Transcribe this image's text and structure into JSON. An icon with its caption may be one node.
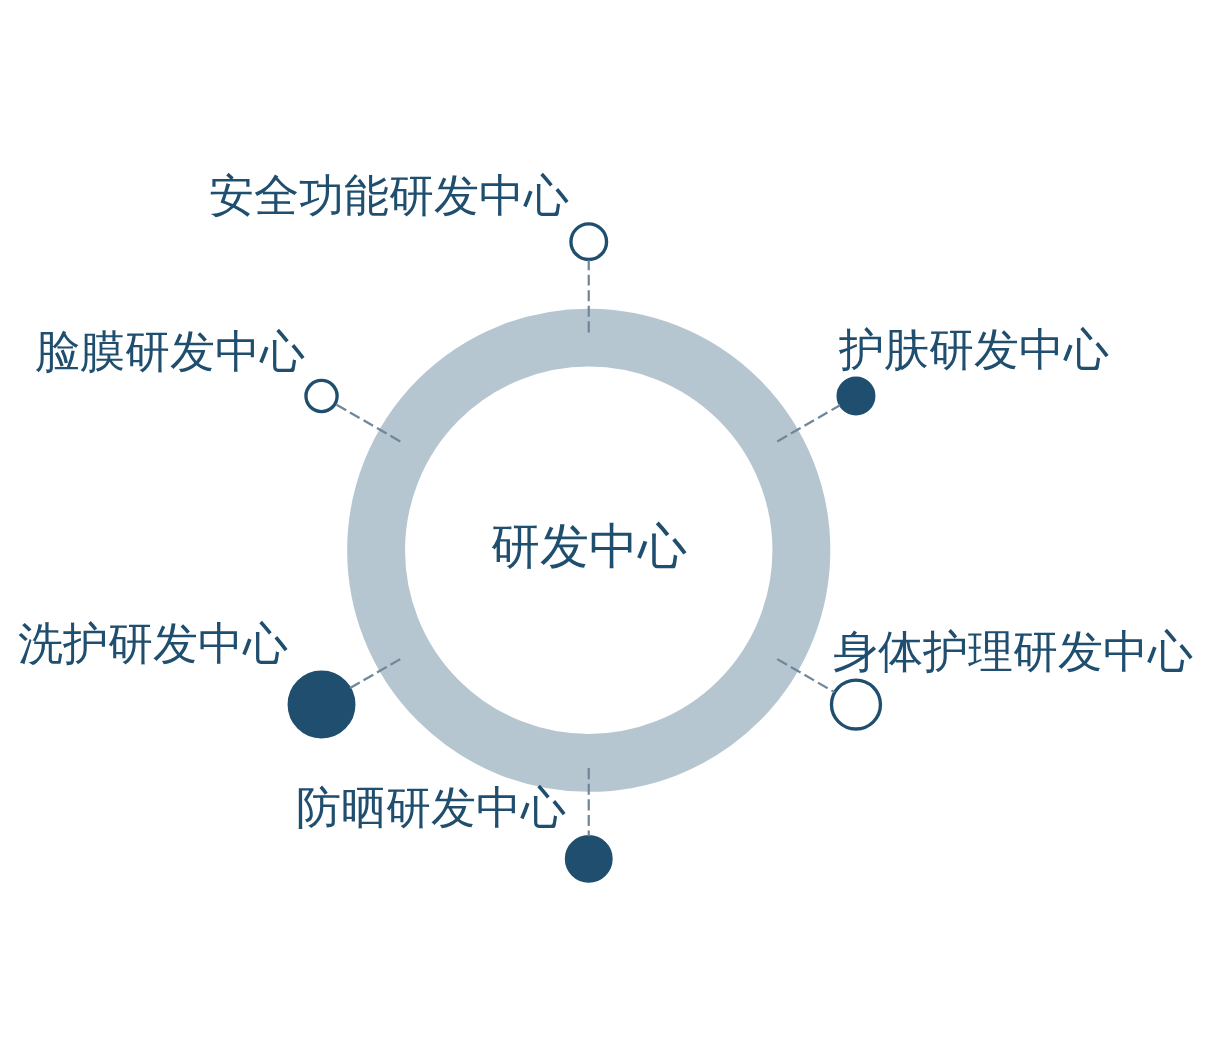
{
  "diagram": {
    "nodes": [
      {
        "text": [
          "研发中心"
        ]
      },
      {
        "text": [],
        "shape": "circle",
        "beside": [
          "护肤研发中心"
        ]
      },
      {
        "text": [],
        "shape": "circle",
        "beside": [
          "安全功能研发中心"
        ]
      },
      {
        "text": [],
        "shape": "circle",
        "beside": [
          "脸膜研发中心"
        ]
      },
      {
        "text": [],
        "shape": "circle",
        "beside": [
          "洗护研发中心"
        ]
      },
      {
        "text": [],
        "shape": "circle",
        "beside": [
          "防晒研发中心"
        ]
      },
      {
        "text": [],
        "shape": "circle",
        "beside": [
          "身体护理研发中心"
        ]
      }
    ],
    "edges": [
      {
        "from": 0,
        "to": 1,
        "arrow": "none",
        "style": "dashed"
      },
      {
        "from": 0,
        "to": 3,
        "arrow": "none",
        "style": "dashed"
      },
      {
        "from": 0,
        "to": 5,
        "arrow": "none",
        "style": "dashed"
      },
      {
        "from": 0,
        "to": 6,
        "arrow": "none",
        "style": "dashed"
      },
      {
        "from": 0,
        "to": 4,
        "arrow": "none",
        "style": "dashed"
      },
      {
        "from": 0,
        "to": 2,
        "arrow": "none",
        "style": "dashed"
      }
    ]
  }
}
